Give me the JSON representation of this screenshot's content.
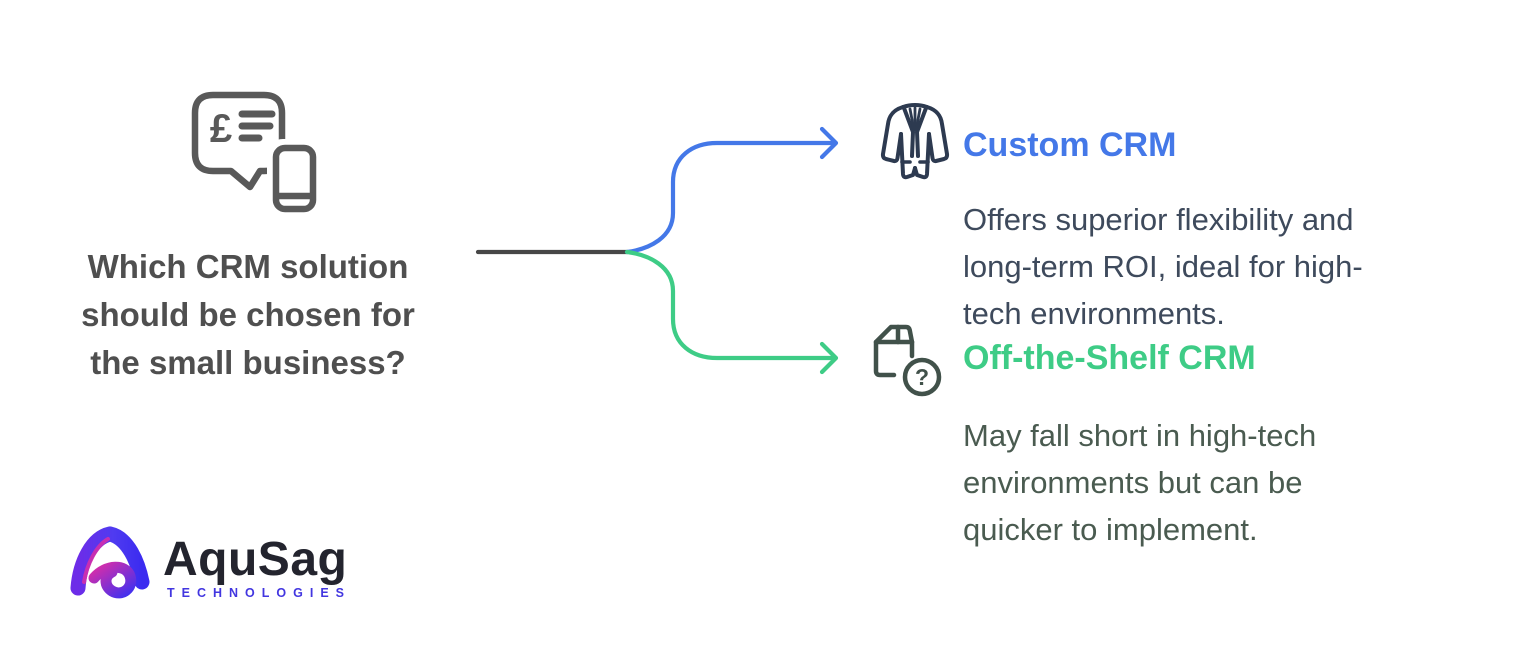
{
  "palette": {
    "bg": "#ffffff",
    "question_text": "#4f4f4f",
    "line_gray": "#474747",
    "blue": "#4478e8",
    "green": "#3ecc86",
    "desc_slate": "#3e4a5c",
    "desc_green": "#4a5b50",
    "suit_icon": "#2d3a50",
    "package_icon": "#41514a",
    "chat_icon": "#595959",
    "logo_text": "#23242e",
    "logo_sub": "#4236e0",
    "logo_grad_1": "#6d2ce8",
    "logo_grad_2": "#4f3bf0",
    "logo_grad_3": "#d92ea8",
    "logo_grad_4": "#3b2bf0"
  },
  "question": {
    "lines": [
      "Which CRM solution",
      "should be chosen for",
      "the small business?"
    ],
    "icon": "chat-bubble-pound-with-phone",
    "icon_glyph": "£"
  },
  "branches": [
    {
      "id": "custom",
      "title": "Custom CRM",
      "icon": "suit-jacket",
      "description_lines": [
        "Offers superior flexibility and",
        "long-term ROI, ideal for high-",
        "tech environments."
      ]
    },
    {
      "id": "off_the_shelf",
      "title": "Off-the-Shelf CRM",
      "icon": "package-box-question",
      "icon_glyph": "?",
      "description_lines": [
        "May fall short in high-tech",
        "environments but can be",
        "quicker to implement."
      ]
    }
  ],
  "logo": {
    "name": "AquSag",
    "subtitle": "TECHNOLOGIES"
  }
}
